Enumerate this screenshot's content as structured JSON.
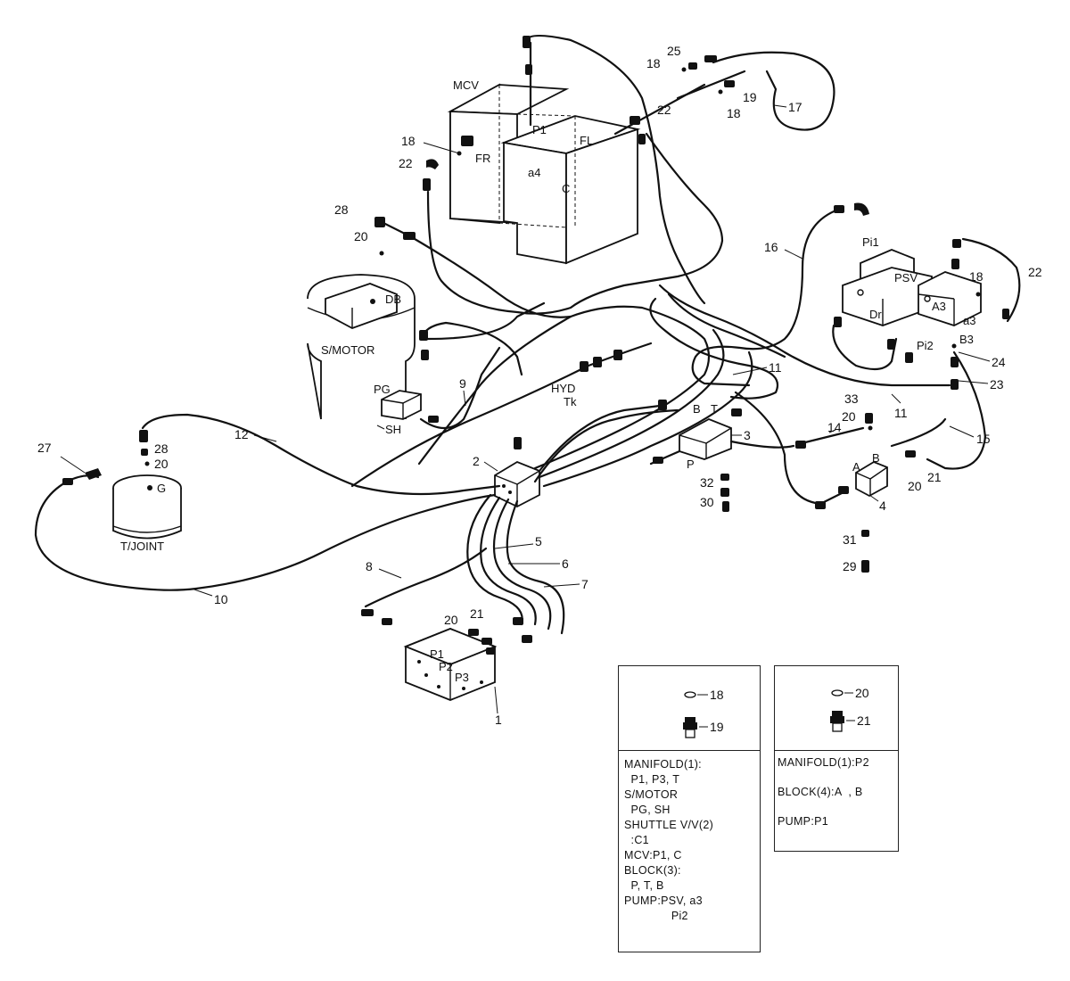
{
  "components": {
    "mcv": "MCV",
    "fr": "FR",
    "fl": "FL",
    "p1": "P1",
    "a4": "a4",
    "c": "C",
    "smotor": "S/MOTOR",
    "db": "DB",
    "pg": "PG",
    "sh": "SH",
    "hyd": "HYD",
    "tk": "Tk",
    "tjoint": "T/JOINT",
    "g": "G",
    "psv": "PSV",
    "pi1": "Pi1",
    "pi2": "Pi2",
    "dr": "Dr",
    "a3cap": "A3",
    "a3": "a3",
    "b3": "B3",
    "blockB": "B",
    "blockT": "T",
    "blockP": "P",
    "block4A": "A",
    "block4B": "B",
    "manP1": "P1",
    "manP2": "P2",
    "manP3": "P3"
  },
  "callouts": {
    "n1": "1",
    "n2": "2",
    "n3": "3",
    "n4": "4",
    "n5": "5",
    "n6": "6",
    "n7": "7",
    "n8": "8",
    "n9": "9",
    "n10": "10",
    "n11a": "11",
    "n11b": "11",
    "n12": "12",
    "n14": "14",
    "n15": "15",
    "n16": "16",
    "n17": "17",
    "n18a": "18",
    "n18b": "18",
    "n18c": "18",
    "n18d": "18",
    "n19": "19",
    "n20a": "20",
    "n20b": "20",
    "n20c": "20",
    "n20d": "20",
    "n20e": "20",
    "n21a": "21",
    "n21b": "21",
    "n22a": "22",
    "n22b": "22",
    "n22c": "22",
    "n23": "23",
    "n24": "24",
    "n25": "25",
    "n27": "27",
    "n28a": "28",
    "n28b": "28",
    "n29": "29",
    "n30": "30",
    "n31": "31",
    "n32": "32",
    "n33": "33"
  },
  "legend_left": {
    "part_top": "18",
    "part_bottom": "19",
    "lines": [
      "MANIFOLD(1):",
      "  P1, P3, T",
      "S/MOTOR",
      "  PG, SH",
      "SHUTTLE V/V(2)",
      "  :C1",
      "MCV:P1, C",
      "BLOCK(3):",
      "  P, T, B",
      "PUMP:PSV, a3",
      "              Pi2"
    ]
  },
  "legend_right": {
    "part_top": "20",
    "part_bottom": "21",
    "lines": [
      "MANIFOLD(1):P2",
      "BLOCK(4):A  , B",
      "PUMP:P1"
    ]
  }
}
